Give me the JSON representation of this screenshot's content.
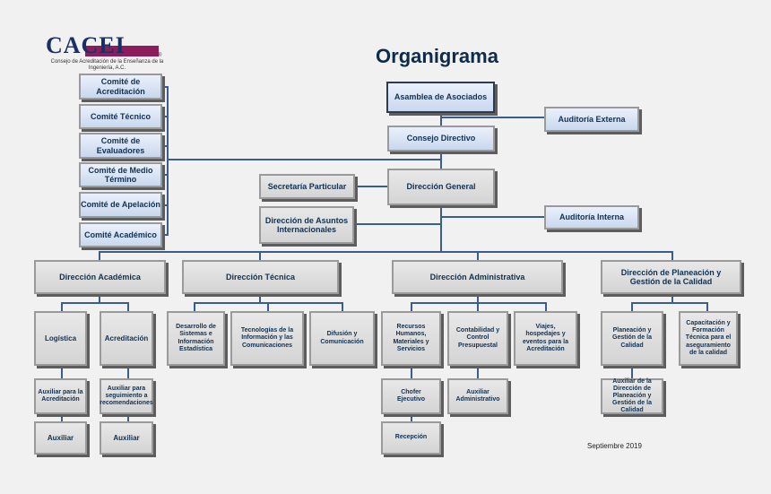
{
  "logo": {
    "acronym": "CACEI",
    "registered": "®",
    "subtitle": "Consejo de Acreditación de la Enseñanza de la Ingeniería, A.C."
  },
  "title": "Organigrama",
  "committees": [
    "Comité de Acreditación",
    "Comité Técnico",
    "Comité de Evaluadores",
    "Comité de Medio Término",
    "Comité de Apelación",
    "Comité Académico"
  ],
  "top": {
    "asamblea": "Asamblea de Asociados",
    "auditoria_externa": "Auditoría Externa",
    "consejo": "Consejo Directivo",
    "secretaria": "Secretaría Particular",
    "direccion_general": "Dirección General",
    "asuntos_internacionales": "Dirección de Asuntos Internacionales",
    "auditoria_interna": "Auditoría Interna"
  },
  "directions": {
    "academica": "Dirección Académica",
    "tecnica": "Dirección Técnica",
    "administrativa": "Dirección Administrativa",
    "planeacion": "Dirección de Planeación y Gestión de la Calidad"
  },
  "academica_units": {
    "logistica": "Logística",
    "acreditacion": "Acreditación",
    "aux_acreditacion": "Auxiliar para la Acreditación",
    "aux_seguimiento": "Auxiliar para seguimiento a recomendaciones",
    "auxiliar_1": "Auxiliar",
    "auxiliar_2": "Auxiliar"
  },
  "tecnica_units": {
    "desarrollo": "Desarrollo de Sistemas e Información Estadística",
    "tic": "Tecnologías de la Información y las Comunicaciones",
    "difusion": "Difusión y Comunicación"
  },
  "administrativa_units": {
    "recursos": "Recursos Humanos, Materiales y Servicios",
    "contabilidad": "Contabilidad y Control Presupuestal",
    "viajes": "Viajes, hospedajes y eventos para la Acreditación",
    "chofer": "Chofer Ejecutivo",
    "recepcion": "Recepción",
    "aux_admin": "Auxiliar Administrativo"
  },
  "planeacion_units": {
    "planeacion_gestion": "Planeación y Gestión de la Calidad",
    "capacitacion": "Capacitación y Formación Técnica para el aseguramiento de la calidad",
    "aux_direccion": "Auxiliar de la Dirección de Planeación y Gestión de la Calidad"
  },
  "date": "Septiembre 2019"
}
